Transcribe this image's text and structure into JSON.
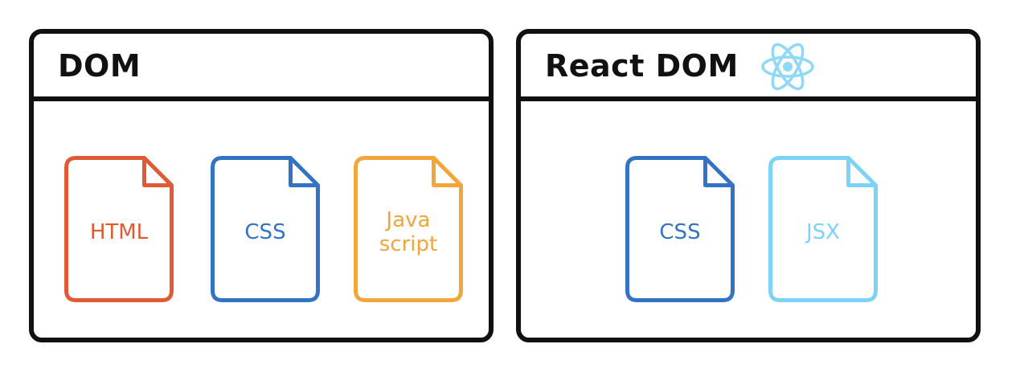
{
  "panels": [
    {
      "title": "DOM",
      "files": [
        {
          "label_lines": [
            "HTML"
          ],
          "color": "#df5a35"
        },
        {
          "label_lines": [
            "CSS"
          ],
          "color": "#3273c4"
        },
        {
          "label_lines": [
            "Java",
            "script"
          ],
          "color": "#f0a63a"
        }
      ]
    },
    {
      "title": "React DOM",
      "icon": "react-atom-icon",
      "icon_color": "#8fd8f7",
      "files": [
        {
          "label_lines": [
            "CSS"
          ],
          "color": "#3273c4"
        },
        {
          "label_lines": [
            "JSX"
          ],
          "color": "#7dd3f7"
        }
      ]
    }
  ]
}
